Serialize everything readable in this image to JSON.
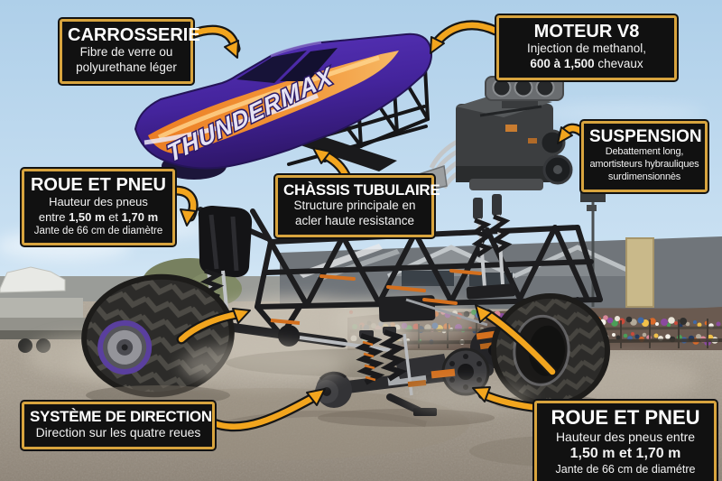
{
  "colors": {
    "gold": "#d8a43e",
    "yellow": "#f2a51e",
    "orange": "#d4701e",
    "purple": "#4b2aa6"
  },
  "truck": {
    "livery_text": "THUNDERMAX"
  },
  "callouts": {
    "carrosserie": {
      "title": "CARROSSERIE",
      "lines": [
        [
          {
            "t": "Fibre de verre ou",
            "b": false
          }
        ],
        [
          {
            "t": "polyurethane léger",
            "b": false
          }
        ]
      ]
    },
    "moteur": {
      "title": "MOTEUR V8",
      "lines": [
        [
          {
            "t": "Injection de methanol,",
            "b": false
          }
        ],
        [
          {
            "t": "600 à 1,500",
            "b": true
          },
          {
            "t": " chevaux",
            "b": false
          }
        ]
      ]
    },
    "suspension": {
      "title": "SUSPENSION",
      "lines": [
        [
          {
            "t": "Debattement long,",
            "b": false
          }
        ],
        [
          {
            "t": "amortisteurs hybrauliques",
            "b": false
          }
        ],
        [
          {
            "t": "surdimensionnès",
            "b": false
          }
        ]
      ]
    },
    "roue_avant": {
      "title": "ROUE ET PNEU",
      "lines": [
        [
          {
            "t": "Hauteur des pneus",
            "b": false
          }
        ],
        [
          {
            "t": "entre ",
            "b": false
          },
          {
            "t": "1,50 m",
            "b": true
          },
          {
            "t": " et ",
            "b": false
          },
          {
            "t": "1,70 m",
            "b": true
          }
        ],
        [
          {
            "t": "Jante de 66 cm de diamètre",
            "b": false
          }
        ]
      ]
    },
    "chassis": {
      "title": "CHÀSSIS TUBULAIRE",
      "lines": [
        [
          {
            "t": "Structure principale en",
            "b": false
          }
        ],
        [
          {
            "t": "acler haute resistance",
            "b": false
          }
        ]
      ]
    },
    "direction": {
      "title": "SYSTÈME DE DIRECTION",
      "lines": [
        [
          {
            "t": "Direction sur les quatre reues",
            "b": false
          }
        ]
      ]
    },
    "roue_arriere": {
      "title": "ROUE ET PNEU",
      "lines": [
        [
          {
            "t": "Hauteur des pneus entre",
            "b": false
          }
        ],
        [
          {
            "t": "1,50 m et 1,70 m",
            "b": true
          }
        ],
        [
          {
            "t": "Jante de 66 cm de diamétre",
            "b": false
          }
        ]
      ]
    }
  }
}
